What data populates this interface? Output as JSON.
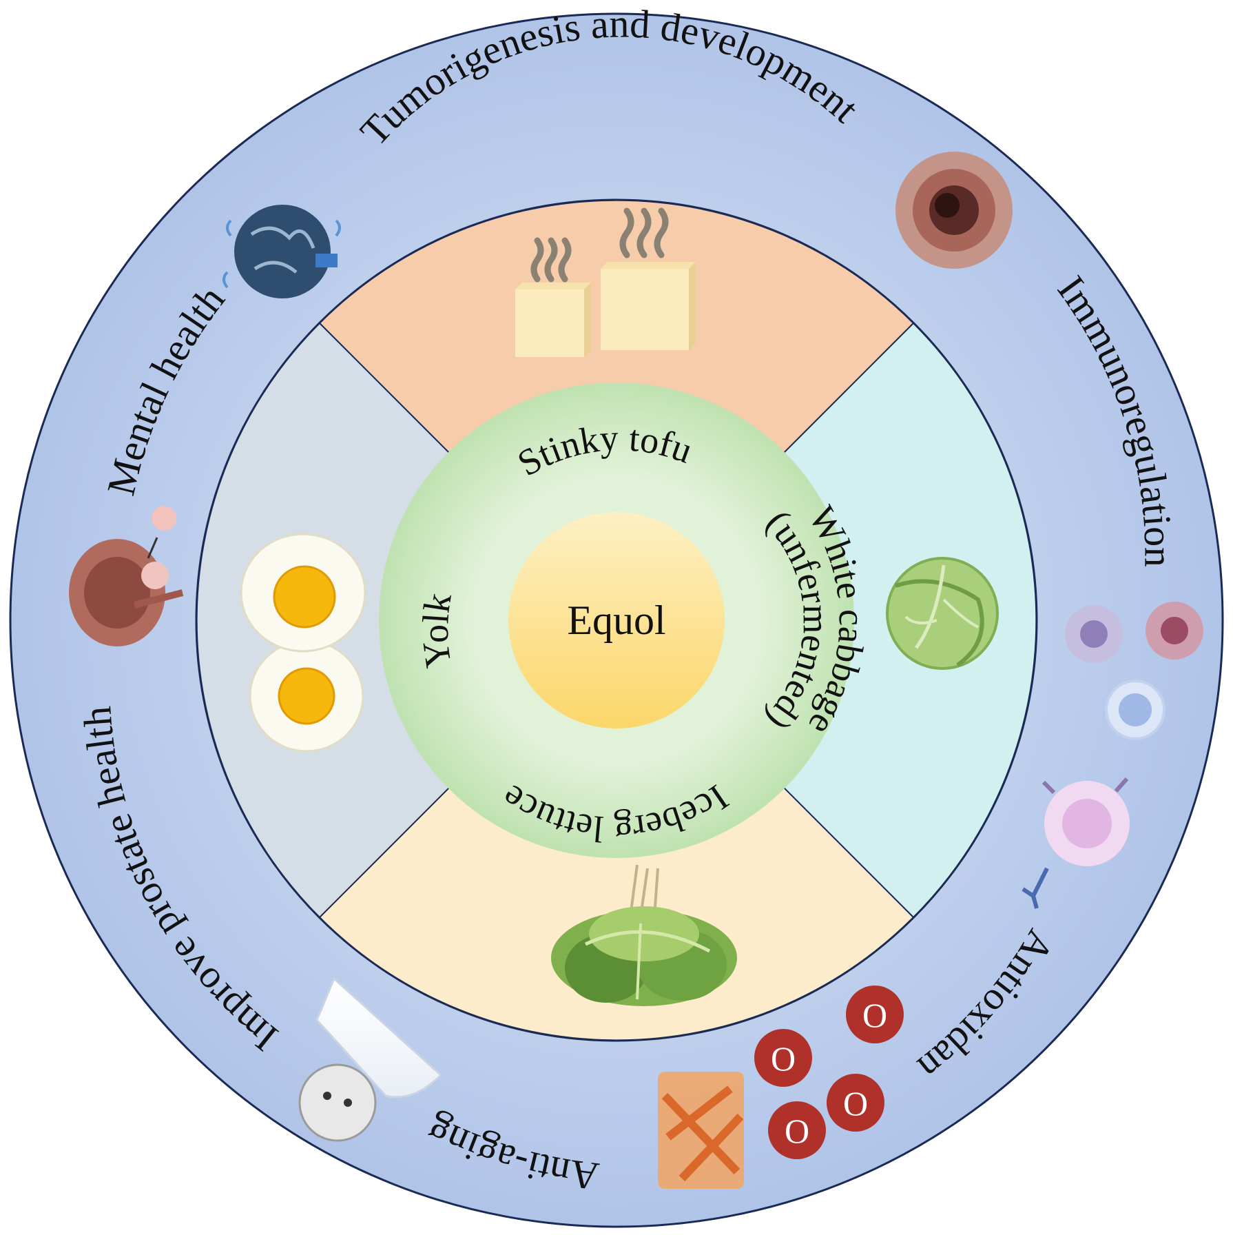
{
  "center": {
    "label": "Equol"
  },
  "sources": {
    "top": "Stinky tofu",
    "right_line1": "White cabbage",
    "right_line2": "(unfermented)",
    "left": "Yolk",
    "bottom": "Iceberg lettuce"
  },
  "effects": {
    "tumor": "Tumorigenesis and development",
    "immuno": "Immunoregulation",
    "antiox": "Antioxidant",
    "antiaging": "Anti-aging",
    "prostate": "Improve prostate health",
    "mental": "Mental health"
  },
  "colors": {
    "outer_ring": "#b3c6e8",
    "tofu_quadrant": "#f6ccab",
    "cabbage_quadrant": "#d3f0f1",
    "lettuce_quadrant": "#fdeccb",
    "yolk_quadrant": "#d5dde7",
    "inner_ring": "#c8e6bc",
    "center": "#fbe6a4"
  },
  "icons": {
    "tofu": "stinky-tofu-icon",
    "cabbage": "cabbage-icon",
    "lettuce": "lettuce-icon",
    "eggs": "fried-egg-icon",
    "tumor": "tumor-icon",
    "immune_cells": "immune-cells-icon",
    "red_cells": "antioxidant-red-cells-icon",
    "protein": "protein-icon",
    "aging_face": "aging-face-icon",
    "prostate": "prostate-icon",
    "brain": "brain-icon"
  }
}
